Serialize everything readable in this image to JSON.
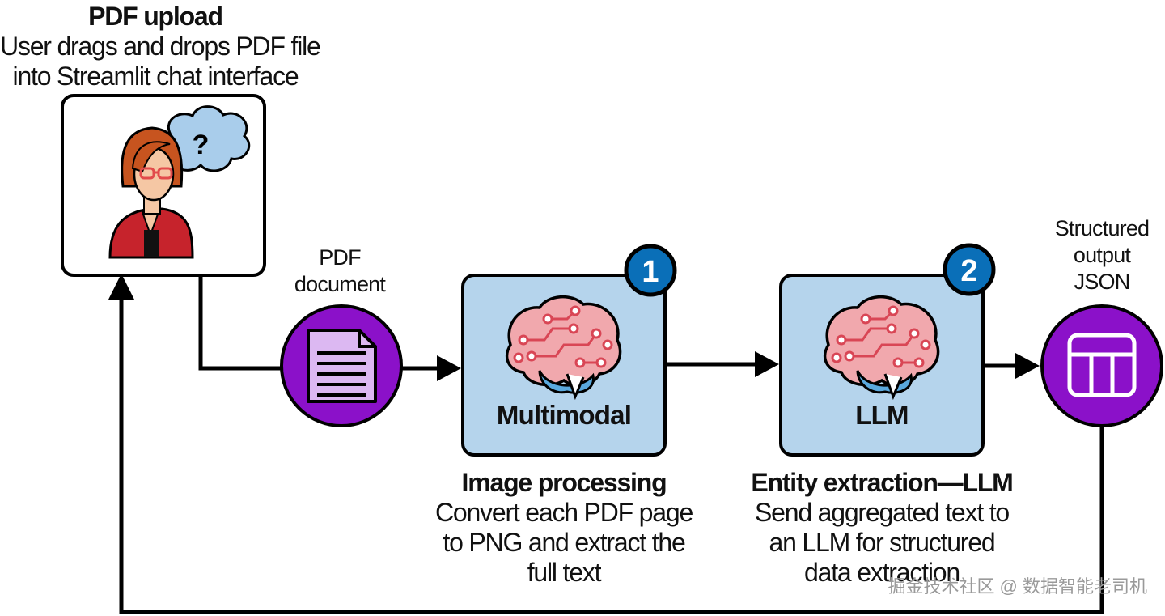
{
  "upload": {
    "title": "PDF upload",
    "line1": "User drags and drops PDF file",
    "line2": "into Streamlit chat interface",
    "thought_mark": "?"
  },
  "pdf_node": {
    "line1": "PDF",
    "line2": "document"
  },
  "multimodal": {
    "badge": "1",
    "label": "Multimodal",
    "caption_title": "Image processing",
    "caption_line1": "Convert each PDF page",
    "caption_line2": "to PNG and extract the",
    "caption_line3": "full text"
  },
  "llm": {
    "badge": "2",
    "label": "LLM",
    "caption_title": "Entity extraction—LLM",
    "caption_line1": "Send aggregated text to",
    "caption_line2": "an LLM for structured",
    "caption_line3": "data extraction"
  },
  "output_node": {
    "line1": "Structured",
    "line2": "output",
    "line3": "JSON"
  },
  "watermark": "掘金技术社区 @ 数据智能老司机",
  "colors": {
    "purple": "#8b11c9",
    "box_blue": "#b5d4ec",
    "badge_blue": "#0a6fb8",
    "doc_lilac": "#dcb8f2",
    "brain_pink": "#f1a8ad",
    "brain_red": "#d94655",
    "brain_blue": "#5aa9de"
  }
}
